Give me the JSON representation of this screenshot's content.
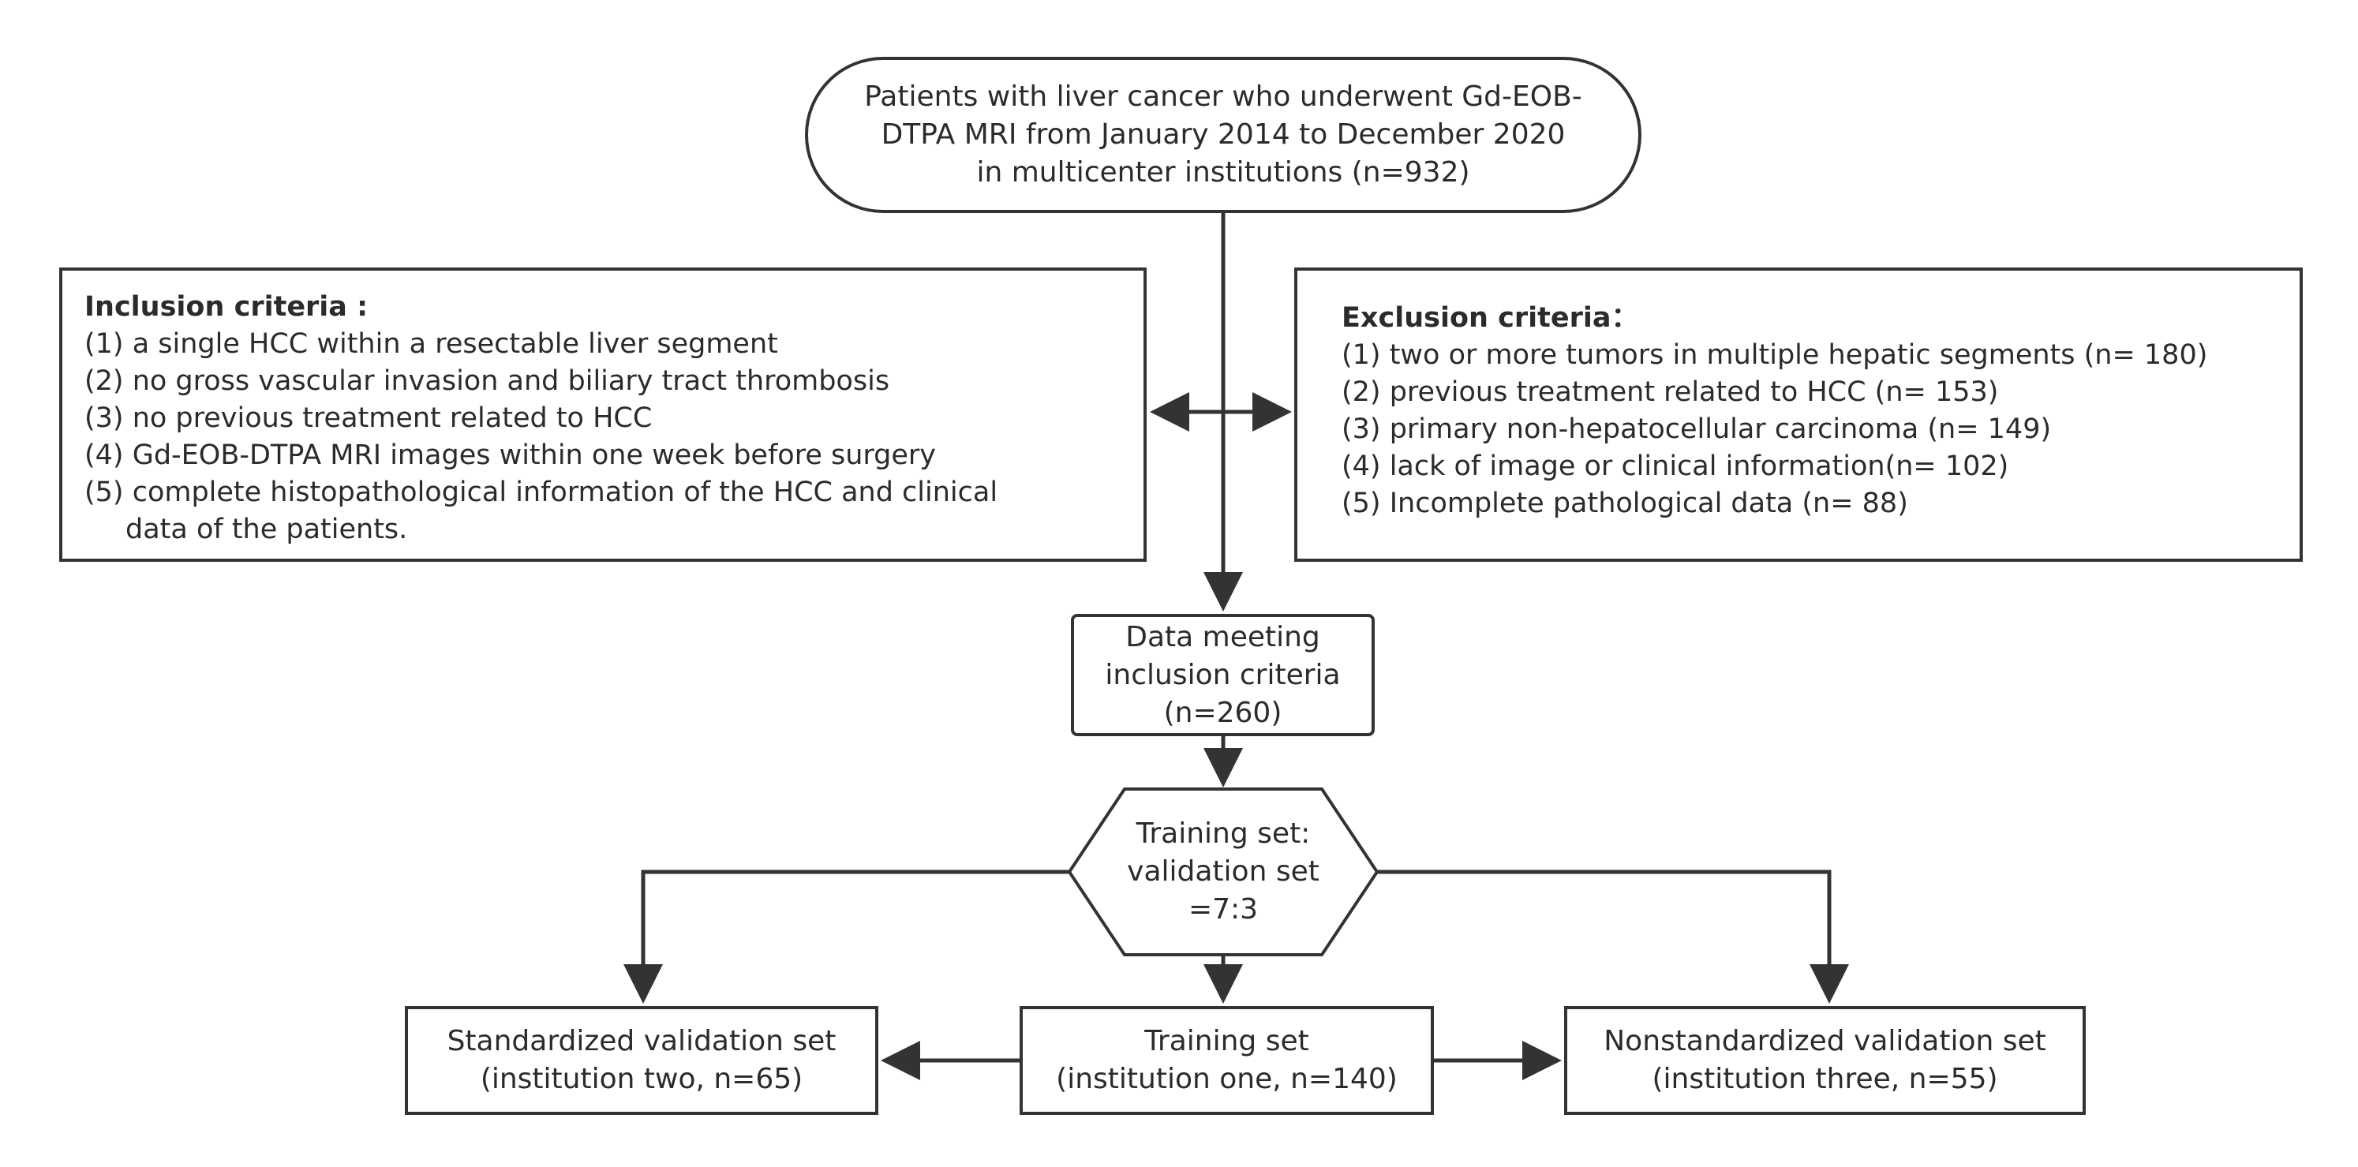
{
  "start": {
    "lines": [
      "Patients with liver cancer who underwent Gd-EOB-",
      "DTPA MRI from January 2014 to December 2020",
      "in multicenter institutions (n=932)"
    ]
  },
  "inclusion": {
    "title": "Inclusion criteria :",
    "items": [
      "(1) a single HCC within a resectable liver segment",
      "(2) no gross vascular invasion and biliary tract thrombosis",
      "(3) no previous treatment related to HCC",
      "(4) Gd-EOB-DTPA MRI images within one week before surgery",
      "(5) complete histopathological information of the HCC and clinical",
      "data of the patients."
    ]
  },
  "exclusion": {
    "title": "Exclusion criteria：",
    "items": [
      "(1) two or more tumors in multiple hepatic segments (n= 180)",
      "(2) previous treatment related to HCC (n= 153)",
      "(3) primary non-hepatocellular carcinoma (n= 149)",
      "(4) lack of image or clinical information(n= 102)",
      "(5) Incomplete pathological data  (n= 88)"
    ]
  },
  "meeting": {
    "lines": [
      "Data meeting",
      "inclusion criteria",
      "(n=260)"
    ]
  },
  "split": {
    "lines": [
      "Training set:",
      "validation set",
      "=7:3"
    ]
  },
  "standardized": {
    "lines": [
      "Standardized validation set",
      "(institution two, n=65)"
    ]
  },
  "training": {
    "lines": [
      "Training set",
      "(institution one, n=140)"
    ]
  },
  "nonstandardized": {
    "lines": [
      "Nonstandardized validation set",
      "(institution three, n=55)"
    ]
  }
}
